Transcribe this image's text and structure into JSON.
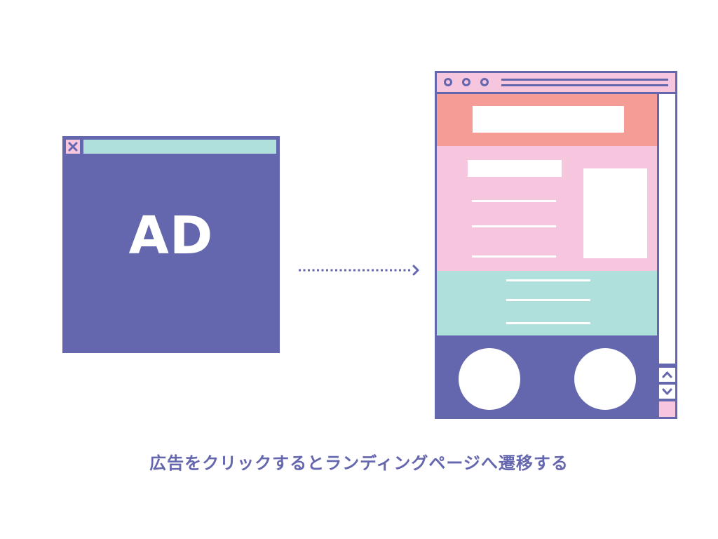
{
  "ad": {
    "label": "AD"
  },
  "caption": "広告をクリックするとランディングページへ遷移する",
  "icons": {
    "close": "close-icon",
    "arrow": "dotted-arrow-right",
    "scroll_up": "chevron-up-icon",
    "scroll_down": "chevron-down-icon"
  },
  "colors": {
    "purple": "#6466ae",
    "pink": "#f6c6df",
    "salmon": "#f49c95",
    "mint": "#b0e0dc",
    "white": "#ffffff"
  }
}
